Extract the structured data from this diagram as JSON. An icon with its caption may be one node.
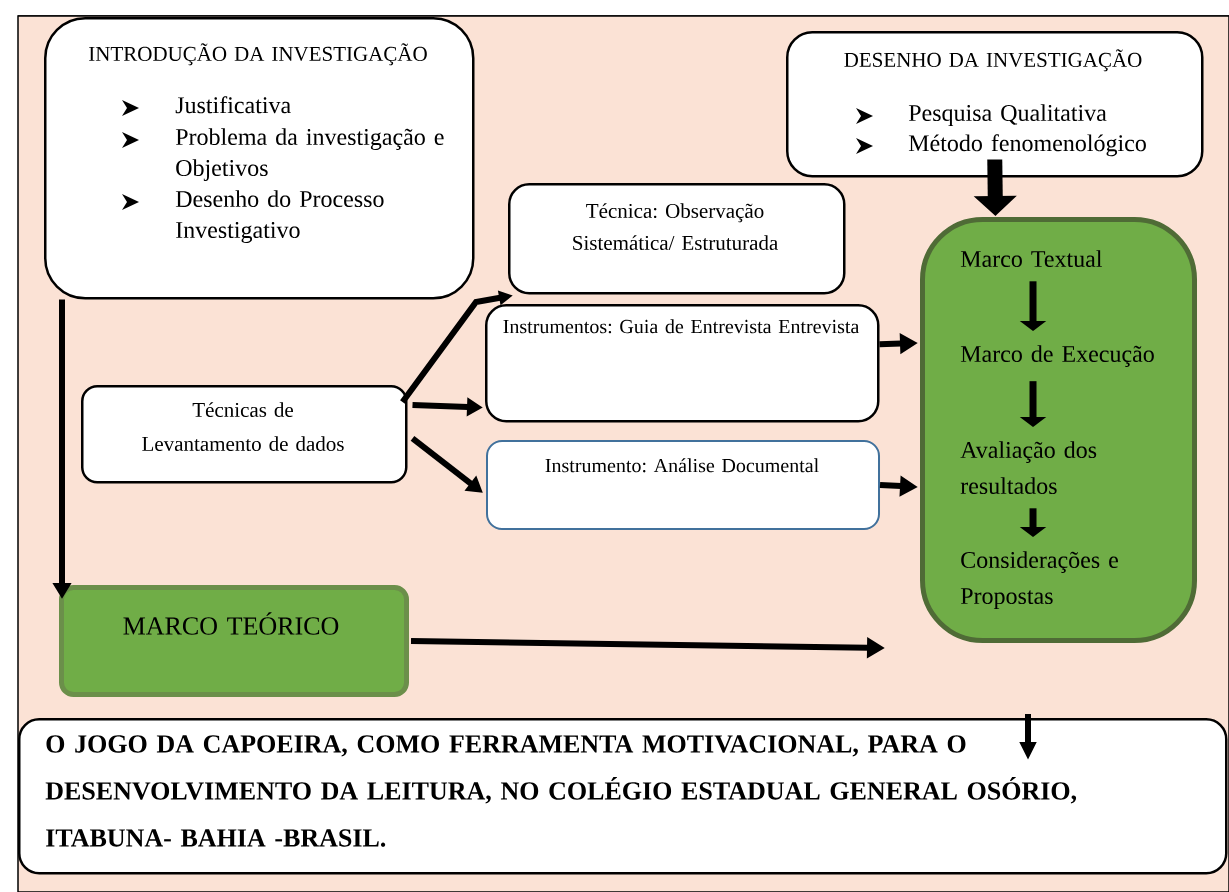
{
  "diagram": {
    "nodes": [
      {
        "text": [
          "INTRODUÇÃO DA INVESTIGAÇÃO",
          "Justificativa",
          "Problema da investigação e Objetivos",
          "Desenho do Processo Investigativo"
        ]
      },
      {
        "text": [
          "DESENHO DA INVESTIGAÇÃO",
          "Pesquisa Qualitativa",
          "Método fenomenológico"
        ]
      },
      {
        "text": [
          "Técnica: Observação Sistemática/ Estruturada"
        ]
      },
      {
        "text": [
          "Instrumentos: Guia de Entrevista Entrevista"
        ]
      },
      {
        "text": [
          "Técnicas de Levantamento de dados"
        ]
      },
      {
        "text": [
          "Instrumento: Análise Documental"
        ]
      },
      {
        "text": [],
        "shape": "box"
      },
      {
        "text": [
          "Marco Textual"
        ],
        "in": 6
      },
      {
        "text": [
          "Marco de Execução"
        ],
        "in": 6
      },
      {
        "text": [
          "Avaliação dos resultados"
        ],
        "in": 6
      },
      {
        "text": [
          "Considerações e Propostas"
        ],
        "in": 6
      },
      {
        "text": [
          "MARCO TEÓRICO"
        ]
      },
      {
        "text": [
          "O JOGO DA CAPOEIRA, COMO FERRAMENTA MOTIVACIONAL, PARA O DESENVOLVIMENTO DA LEITURA, NO COLÉGIO ESTADUAL GENERAL OSÓRIO, ITABUNA- BAHIA -BRASIL."
        ]
      }
    ],
    "edges": [
      {
        "from": 0,
        "to": 11,
        "arrow": "to"
      },
      {
        "from": 4,
        "to": 2,
        "arrow": "to"
      },
      {
        "from": 4,
        "to": 3,
        "arrow": "to"
      },
      {
        "from": 4,
        "to": 5,
        "arrow": "to"
      },
      {
        "from": 3,
        "to": 6,
        "arrow": "to"
      },
      {
        "from": 5,
        "to": 6,
        "arrow": "to"
      },
      {
        "from": 1,
        "to": 6,
        "arrow": "to",
        "style": "thick"
      },
      {
        "from": 7,
        "to": 8,
        "arrow": "to"
      },
      {
        "from": 8,
        "to": 9,
        "arrow": "to"
      },
      {
        "from": 9,
        "to": 10,
        "arrow": "to"
      },
      {
        "from": 11,
        "to": 6,
        "arrow": "to"
      },
      {
        "from": null,
        "to": 12,
        "arrow": "to"
      }
    ]
  }
}
